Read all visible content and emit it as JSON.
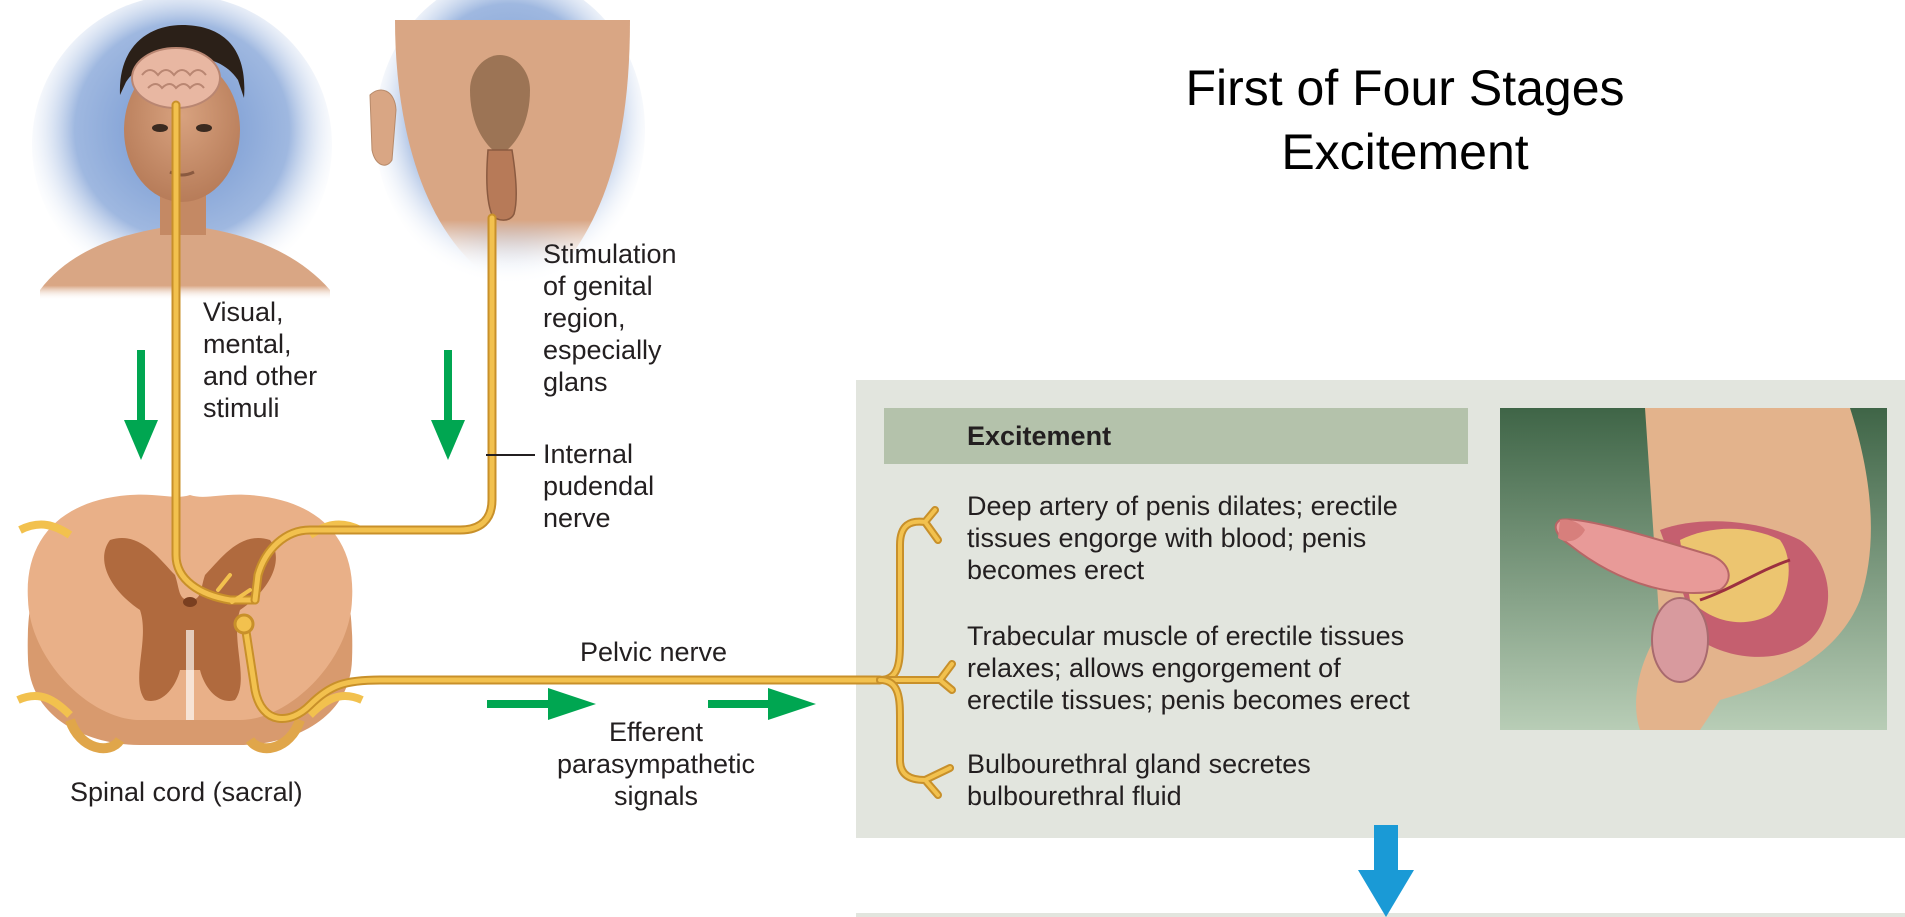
{
  "title": {
    "line1": "First of Four Stages",
    "line2": "Excitement"
  },
  "labels": {
    "visual_stimuli": [
      "Visual,",
      "mental,",
      "and other",
      "stimuli"
    ],
    "genital_stimulation": [
      "Stimulation",
      "of genital",
      "region,",
      "especially",
      "glans"
    ],
    "internal_pudendal_nerve": [
      "Internal",
      "pudendal",
      "nerve"
    ],
    "spinal_cord": "Spinal cord (sacral)",
    "pelvic_nerve": "Pelvic nerve",
    "efferent_signals": [
      "Efferent",
      "parasympathetic",
      "signals"
    ]
  },
  "panel": {
    "heading": "Excitement",
    "responses": [
      [
        "Deep artery of penis dilates; erectile",
        "tissues engorge with blood; penis",
        "becomes erect"
      ],
      [
        "Trabecular muscle of erectile tissues",
        "relaxes; allows engorgement of",
        "erectile tissues; penis becomes erect"
      ],
      [
        "Bulbourethral gland secretes",
        "bulbourethral fluid"
      ]
    ]
  },
  "colors": {
    "nerve": "#f2c14e",
    "nerve_outline": "#c8902a",
    "green_arrow": "#00a651",
    "blue_arrow": "#1a9ad6",
    "panel_bg": "#e2e5de",
    "panel_header": "#b4c2ab",
    "spinal_light": "#e9b088",
    "spinal_dark": "#b06a3e"
  },
  "icons": [
    "head-illustration",
    "brain-icon",
    "genital-illustration",
    "spinal-cord-cross-section",
    "anatomy-section-illustration",
    "down-arrow-icon",
    "right-arrow-icon"
  ]
}
